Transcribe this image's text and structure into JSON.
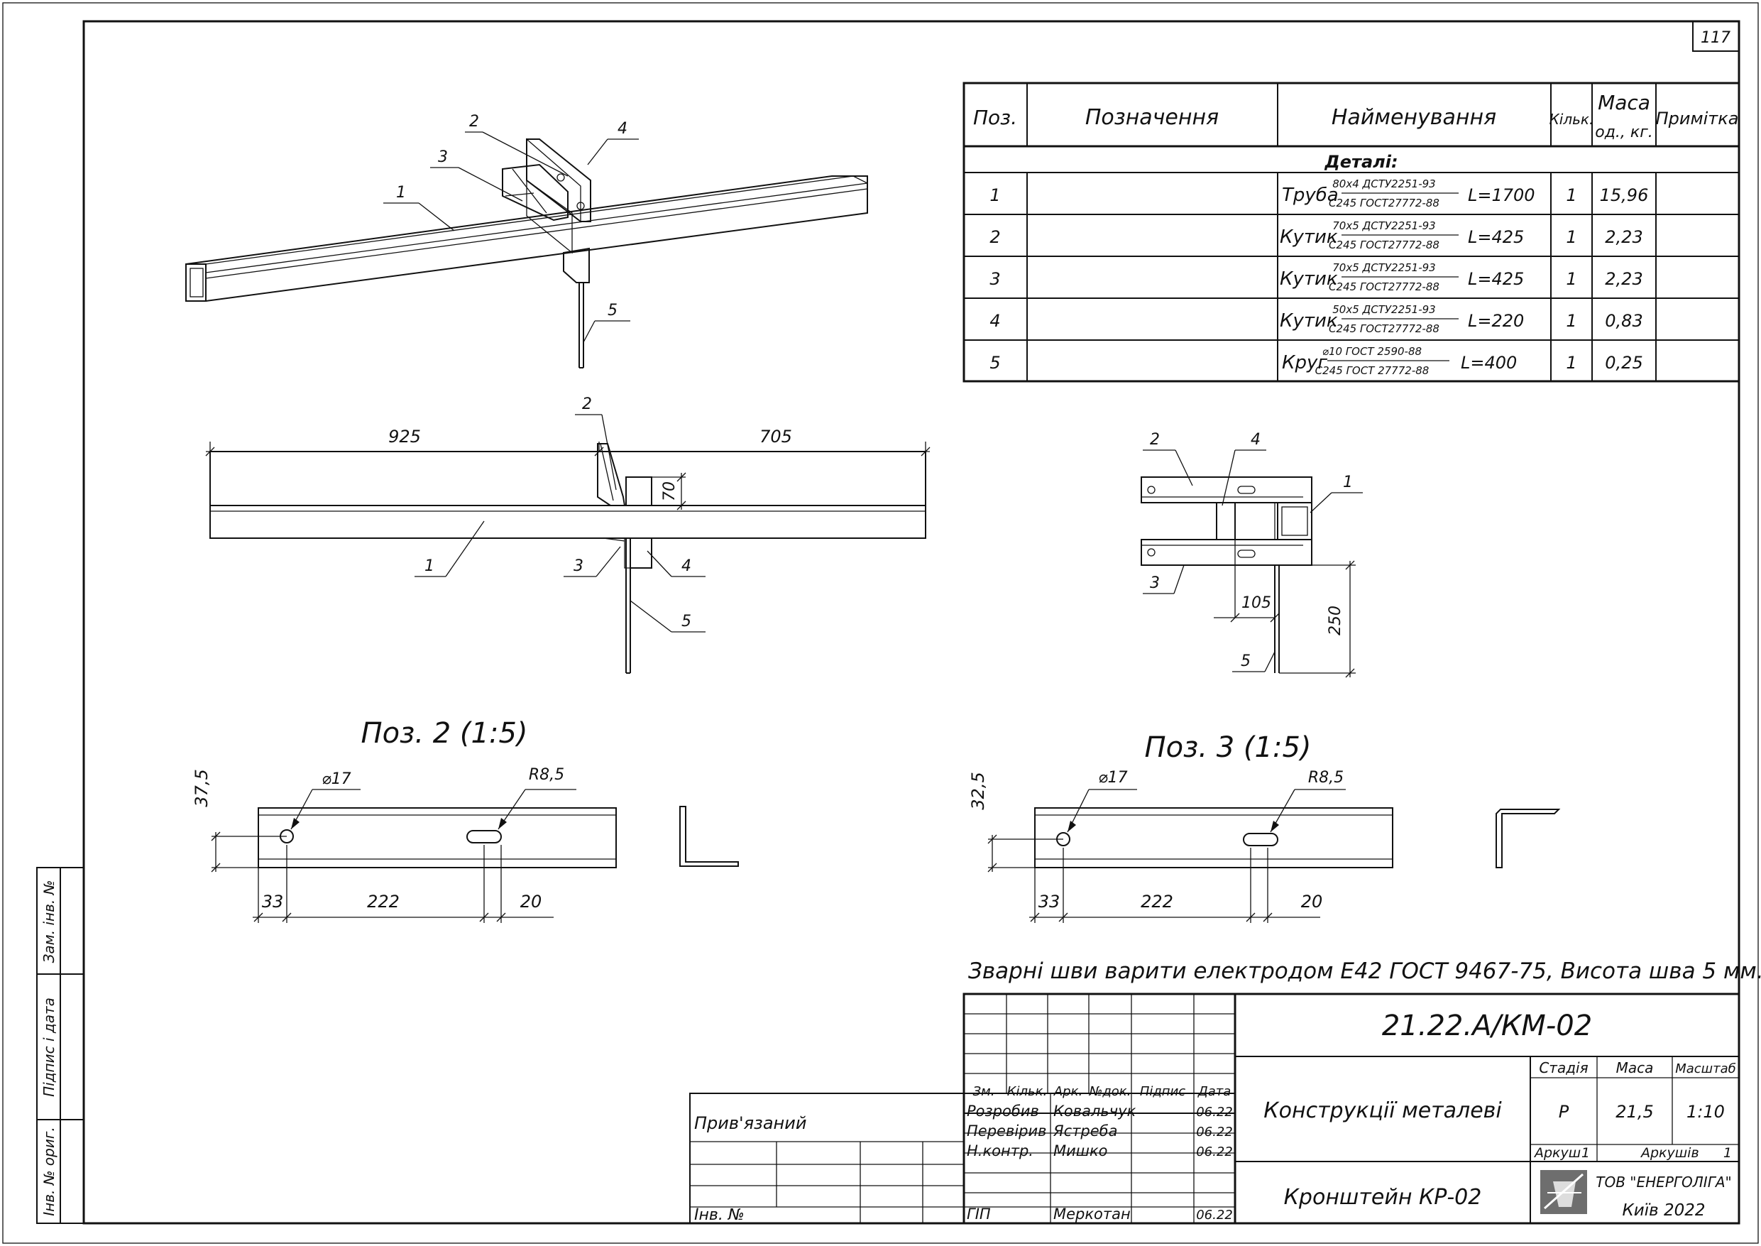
{
  "sheet": {
    "number": "117"
  },
  "spec_table": {
    "headers": {
      "pos": "Поз.",
      "designation": "Позначення",
      "name": "Найменування",
      "qty": "Кільк.",
      "mass_line1": "Маса",
      "mass_line2": "од., кг.",
      "note": "Примітка"
    },
    "section": "Деталі:",
    "rows": [
      {
        "pos": "1",
        "name": "Труба",
        "top": "80x4 ДСТУ2251-93",
        "bottom": "С245 ГОСТ27772-88",
        "length": "L=1700",
        "qty": "1",
        "mass": "15,96"
      },
      {
        "pos": "2",
        "name": "Кутик",
        "top": "70x5 ДСТУ2251-93",
        "bottom": "С245 ГОСТ27772-88",
        "length": "L=425",
        "qty": "1",
        "mass": "2,23"
      },
      {
        "pos": "3",
        "name": "Кутик",
        "top": "70x5 ДСТУ2251-93",
        "bottom": "С245 ГОСТ27772-88",
        "length": "L=425",
        "qty": "1",
        "mass": "2,23"
      },
      {
        "pos": "4",
        "name": "Кутик",
        "top": "50x5 ДСТУ2251-93",
        "bottom": "С245 ГОСТ27772-88",
        "length": "L=220",
        "qty": "1",
        "mass": "0,83"
      },
      {
        "pos": "5",
        "name": "Круг",
        "top": "⌀10 ГОСТ 2590-88",
        "bottom": "С245 ГОСТ 27772-88",
        "length": "L=400",
        "qty": "1",
        "mass": "0,25"
      }
    ]
  },
  "iso_view": {
    "labels": [
      "1",
      "2",
      "3",
      "4",
      "5"
    ]
  },
  "front_view": {
    "dim_left": "925",
    "dim_right": "705",
    "dim_height": "70",
    "labels": [
      "1",
      "2",
      "3",
      "4",
      "5"
    ]
  },
  "side_view": {
    "dim_horizontal": "105",
    "dim_vertical": "250",
    "labels": [
      "1",
      "2",
      "3",
      "4",
      "5"
    ]
  },
  "detail_2": {
    "title": "Поз. 2 (1:5)",
    "dim_height": "37,5",
    "hole": "⌀17",
    "slot": "R8,5",
    "dim_a": "33",
    "dim_b": "222",
    "dim_c": "20"
  },
  "detail_3": {
    "title": "Поз. 3 (1:5)",
    "dim_height": "32,5",
    "hole": "⌀17",
    "slot": "R8,5",
    "dim_a": "33",
    "dim_b": "222",
    "dim_c": "20"
  },
  "note": "Зварні шви варити електродом Е42 ГОСТ 9467-75, Висота шва 5 мм.",
  "title_block": {
    "code": "21.22.А/КМ-02",
    "headers": [
      "Зм.",
      "Кільк.",
      "Арк.",
      "№док.",
      "Підпис",
      "Дата"
    ],
    "people": [
      {
        "role": "Розробив",
        "name": "Ковальчук",
        "date": "06.22"
      },
      {
        "role": "Перевірив",
        "name": "Ястреба",
        "date": "06.22"
      },
      {
        "role": "Н.контр.",
        "name": "Мишко",
        "date": "06.22"
      },
      {
        "role": "ГІП",
        "name": "Меркотан",
        "date": "06.22"
      }
    ],
    "project": "Конструкції металеві",
    "drawing_name": "Кронштейн КР-02",
    "stage_label": "Стадія",
    "stage": "Р",
    "mass_label": "Маса",
    "mass": "21,5",
    "scale_label": "Масштаб",
    "scale": "1:10",
    "sheet_label": "Аркуш",
    "sheet": "1",
    "sheets_label": "Аркушів",
    "sheets": "1",
    "company": "ТОВ \"ЕНЕРГОЛІГА\"",
    "city": "Київ 2022"
  },
  "bound_block": {
    "label": "Прив'язаний",
    "inv": "Інв. №"
  },
  "side_stamp": [
    "Зам. інв. №",
    "Підпис і дата",
    "Інв. № ориг."
  ]
}
